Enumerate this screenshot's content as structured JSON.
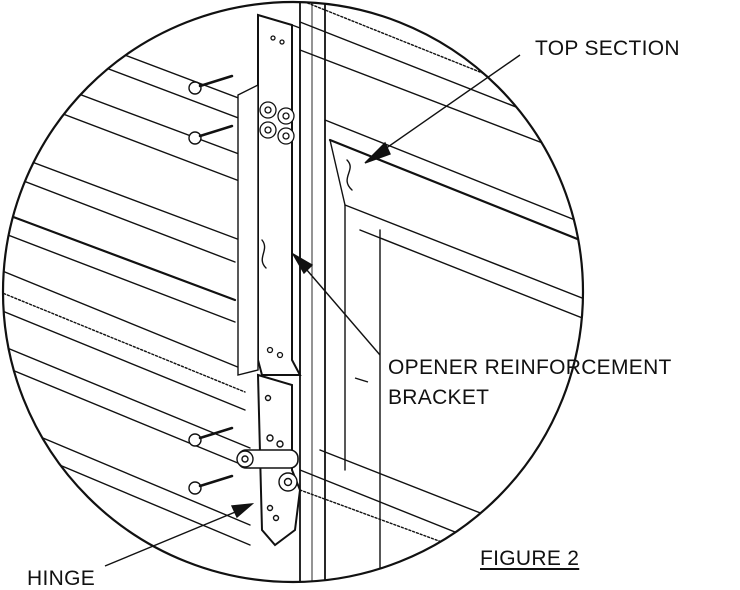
{
  "labels": {
    "top_section": "TOP SECTION",
    "opener_line1": "OPENER REINFORCEMENT",
    "opener_line2": "BRACKET",
    "hinge": "HINGE",
    "figure": "FIGURE 2"
  },
  "colors": {
    "ink": "#111111",
    "paper": "#ffffff"
  }
}
